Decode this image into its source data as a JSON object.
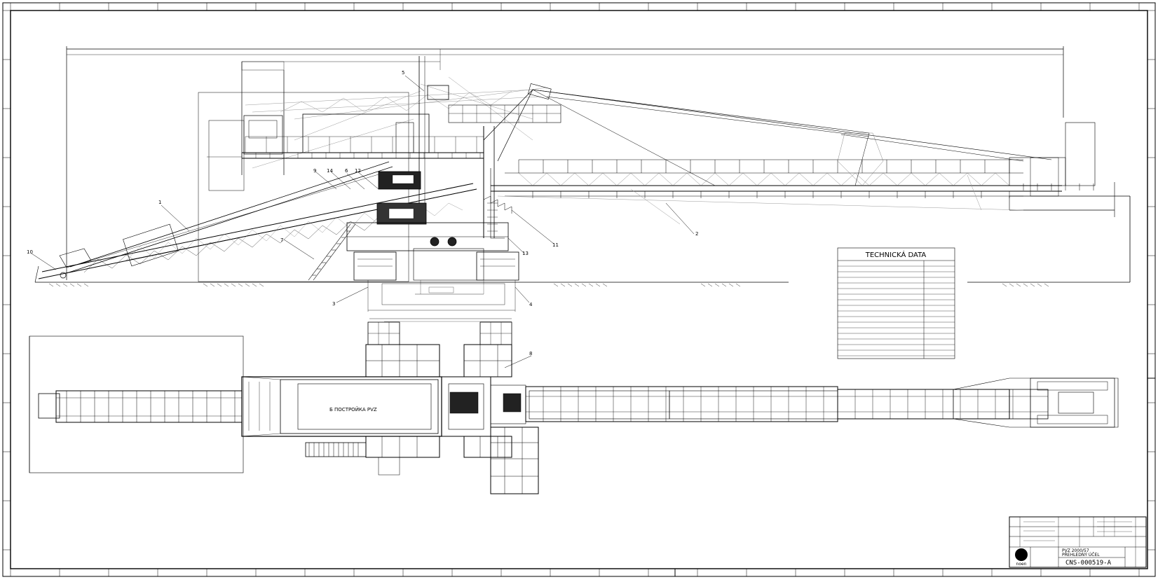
{
  "drawing": {
    "tech_table_title": "TECHNICKÁ DATA",
    "plan_view_label": "Б  ПОСТРОЙКА  PVZ",
    "title_line": "PVZ 2000/57",
    "title_subline": "PŘEHLEDNÝ ÚČEL",
    "drawing_number": "CNS-000519-A",
    "company_logo_text": "noen"
  },
  "positions": {
    "top": [
      "1",
      "2",
      "3",
      "4",
      "5",
      "6",
      "7",
      "9",
      "10",
      "11",
      "12",
      "13",
      "14"
    ],
    "plan": [
      "8"
    ]
  },
  "colors": {
    "line": "#000000",
    "faint": "#9a9a9a",
    "paper": "#ffffff"
  }
}
